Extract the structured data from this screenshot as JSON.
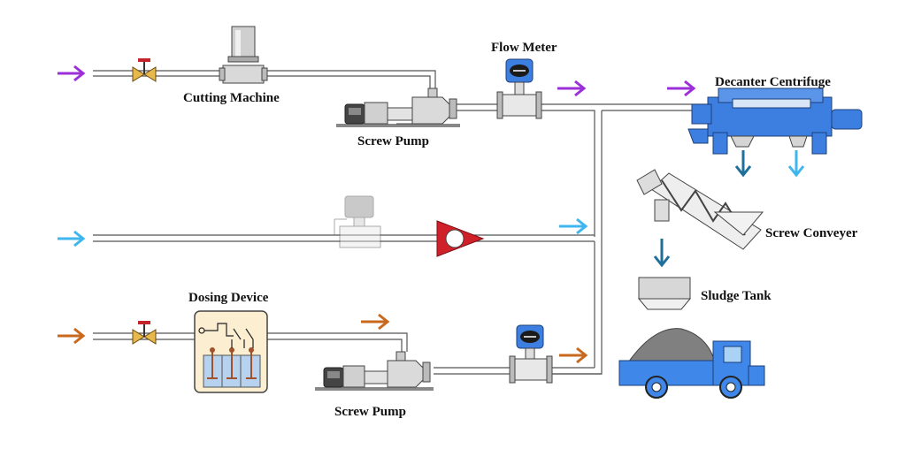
{
  "labels": {
    "flow_meter": "Flow Meter",
    "decanter_centrifuge": "Decanter Centrifuge",
    "cutting_machine": "Cutting Machine",
    "screw_pump_top": "Screw Pump",
    "screw_conveyer": "Screw Conveyer",
    "sludge_tank": "Sludge Tank",
    "dosing_device": "Dosing Device",
    "screw_pump_bottom": "Screw Pump"
  },
  "colors": {
    "sludge_arrow": "#9b30d9",
    "water_arrow": "#3fb6ee",
    "chemical_arrow": "#c8691e",
    "equipment_blue": "#3d7fe0",
    "discharge_arrow": "#1f6f9a",
    "pump_red": "#d0202a",
    "dosing_fill": "#fbeed1",
    "truck_blue": "#3f87e8"
  }
}
